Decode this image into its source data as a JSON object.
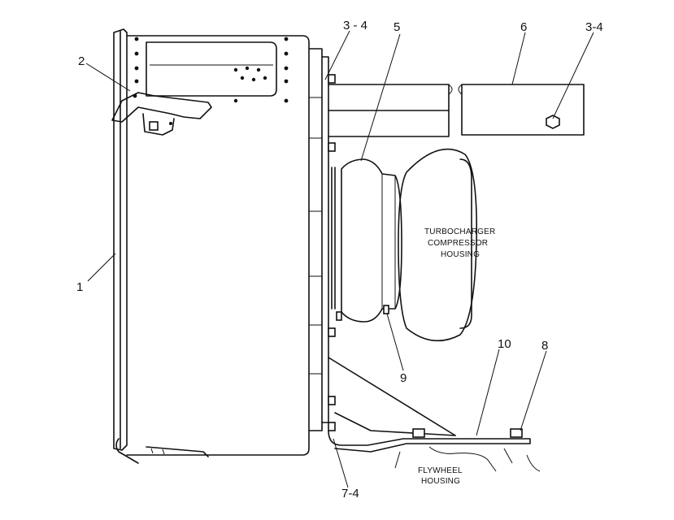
{
  "callouts": {
    "c1": "1",
    "c2": "2",
    "c3_4_top": "3 - 4",
    "c5": "5",
    "c6": "6",
    "c3_4_right": "3-4",
    "c9": "9",
    "c10": "10",
    "c8": "8",
    "c7_4": "7-4"
  },
  "notes": {
    "turbo_line1": "TURBOCHARGER",
    "turbo_line2": "COMPRESSOR",
    "turbo_line3": "HOUSING",
    "flywheel_line1": "FLYWHEEL",
    "flywheel_line2": "HOUSING"
  }
}
